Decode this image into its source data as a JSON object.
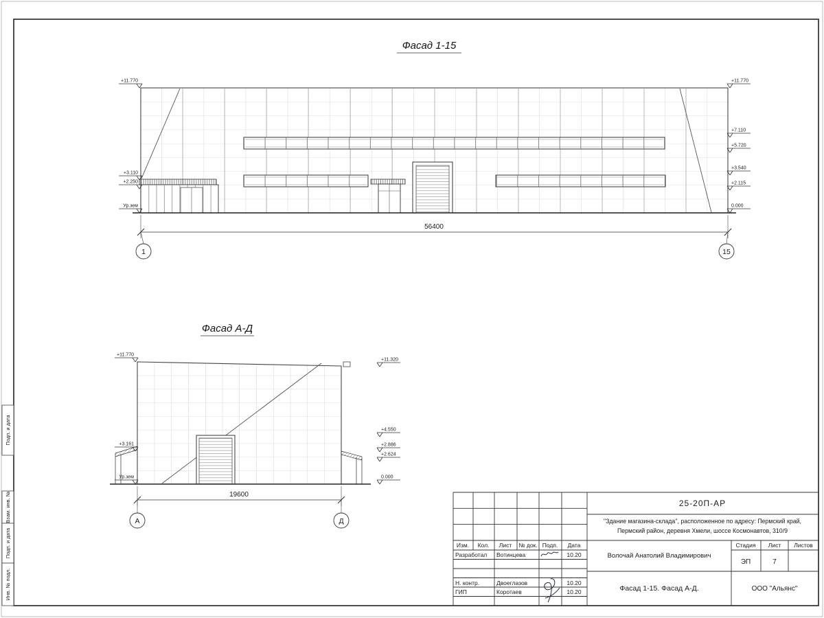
{
  "facade1": {
    "title": "Фасад 1-15",
    "dimension": "56400",
    "axis_left": "1",
    "axis_right": "15",
    "marks_left": [
      "+11.770",
      "+3.110",
      "+2.250",
      "Ур.зем"
    ],
    "marks_right": [
      "+11.770",
      "+7.110",
      "+5.720",
      "+3.540",
      "+2.115",
      "0.000"
    ]
  },
  "facadeAD": {
    "title": "Фасад А-Д",
    "dimension": "19600",
    "axis_left": "А",
    "axis_right": "Д",
    "marks_left": [
      "+11.770",
      "+3.161",
      "Ур.зем"
    ],
    "marks_right": [
      "+11.320",
      "+4.550",
      "+2.886",
      "+2.624",
      "0.000"
    ]
  },
  "margin": {
    "box1": "Подп. и дата",
    "box2": "Взам. инв. №",
    "box3": "Подп. и дата",
    "box4": "Инв. № подл."
  },
  "titleblock": {
    "doc_code": "25-20П-АР",
    "project_line1": "\"Здание магазина-склада\", расположенное по адресу: Пермский край,",
    "project_line2": "Пермский район, деревня Хмели, шоссе Космонавтов, 310/9",
    "header": {
      "izm": "Изм.",
      "kol": "Кол.",
      "list": "Лист",
      "ndok": "№ док.",
      "podp": "Подп.",
      "data": "Дата"
    },
    "rows": [
      {
        "role": "Разработал",
        "name": "Вотинцева",
        "date": "10.20"
      },
      {
        "role": "Н. контр.",
        "name": "Двоеглазов",
        "date": "10.20"
      },
      {
        "role": "ГИП",
        "name": "Коротаев",
        "date": "10.20"
      }
    ],
    "client": "Волочай Анатолий Владимирович",
    "stage_header": {
      "stage": "Стадия",
      "sheet": "Лист",
      "sheets": "Листов"
    },
    "stage_value": "ЭП",
    "sheet_value": "7",
    "drawing_title": "Фасад 1-15. Фасад А-Д.",
    "org": "ООО \"Альянс\""
  }
}
